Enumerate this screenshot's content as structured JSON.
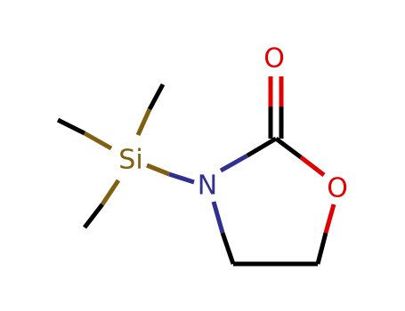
{
  "atoms": {
    "silicon": {
      "label": "Si",
      "color": "#806010"
    },
    "nitrogen": {
      "label": "N",
      "color": "#303090"
    },
    "ring_oxygen": {
      "label": "O",
      "color": "#e00000"
    },
    "carbonyl_oxygen": {
      "label": "O",
      "color": "#e00000"
    }
  },
  "colors": {
    "carbon_bond": "#000000",
    "silicon": "#806010",
    "nitrogen": "#303090",
    "oxygen": "#e00000"
  }
}
